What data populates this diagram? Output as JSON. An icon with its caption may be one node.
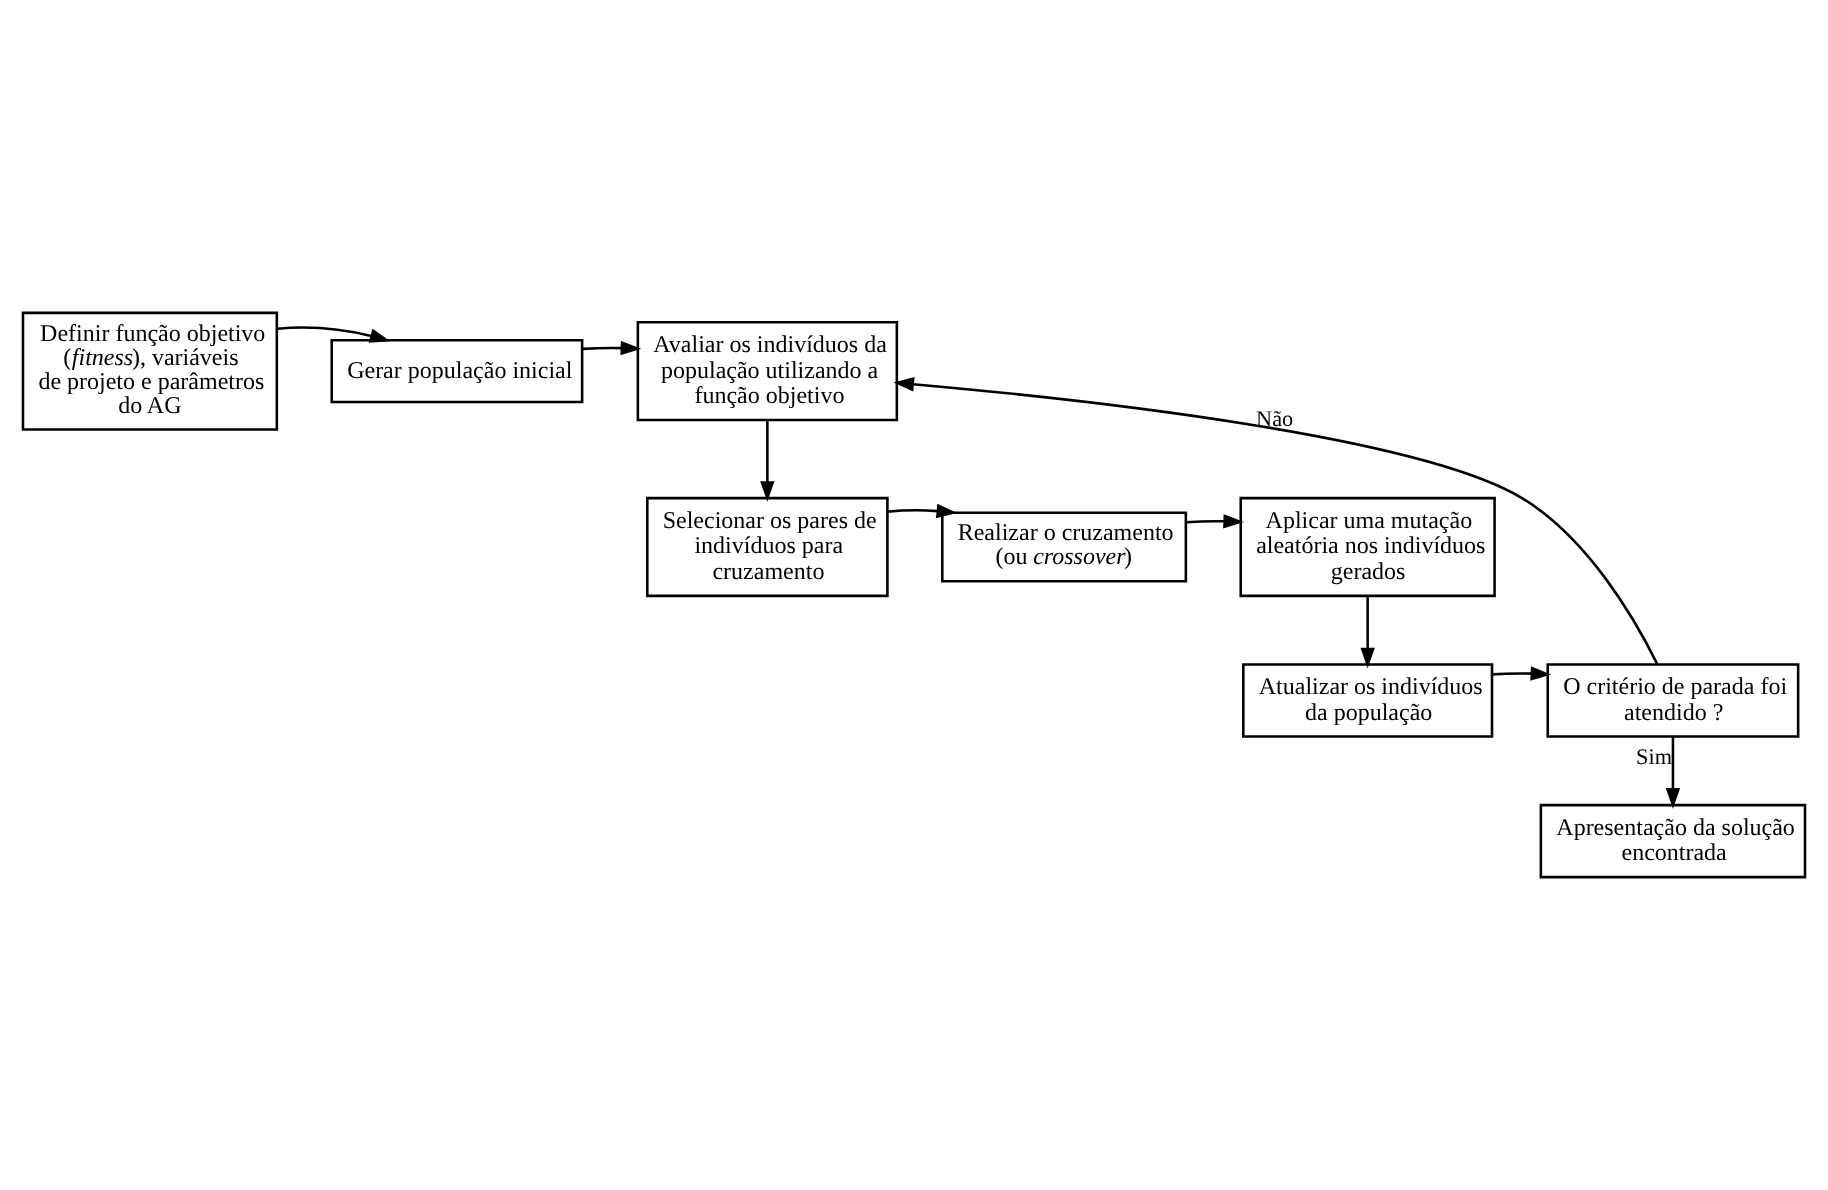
{
  "diagram": {
    "nodes": [
      {
        "text": [
          "Definir função objetivo (*fitness*), variáveis de projeto e parâmetros do AG"
        ]
      },
      {
        "text": [
          "Gerar população inicial"
        ]
      },
      {
        "text": [
          "Avaliar os indivíduos da população utilizando a função objetivo"
        ]
      },
      {
        "text": [
          "Selecionar os pares de indivíduos para cruzamento"
        ]
      },
      {
        "text": [
          "Realizar o cruzamento (ou *crossover*)"
        ]
      },
      {
        "text": [
          "Aplicar uma mutação aleatória nos indivíduos gerados"
        ]
      },
      {
        "text": [
          "Atualizar os indivíduos da população"
        ]
      },
      {
        "text": [
          "O critério de parada foi atendido ?"
        ]
      },
      {
        "text": [
          "Apresentação da solução encontrada"
        ]
      }
    ],
    "edges": [
      {
        "from": 0,
        "to": 1,
        "arrow": "to"
      },
      {
        "from": 1,
        "to": 2,
        "arrow": "to"
      },
      {
        "from": 2,
        "to": 3,
        "arrow": "to"
      },
      {
        "from": 3,
        "to": 4,
        "arrow": "to"
      },
      {
        "from": 4,
        "to": 5,
        "arrow": "to"
      },
      {
        "from": 5,
        "to": 6,
        "arrow": "to"
      },
      {
        "from": 6,
        "to": 7,
        "arrow": "to"
      },
      {
        "from": 7,
        "to": 8,
        "label": "Sim",
        "arrow": "to"
      },
      {
        "from": 7,
        "to": 2,
        "label": "Não",
        "arrow": "to"
      }
    ]
  }
}
